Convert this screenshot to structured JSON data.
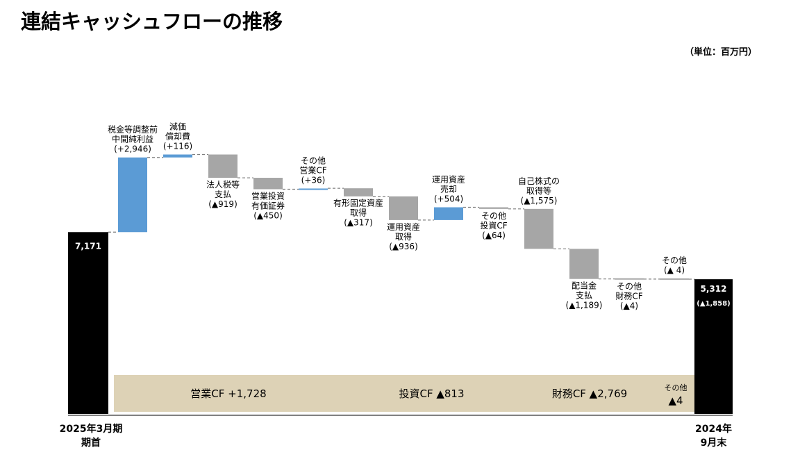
{
  "title": "連結キャッシュフローの推移",
  "unit": "（単位：百万円）",
  "colors": {
    "start_end": "#000000",
    "increase": "#5b9bd5",
    "decrease": "#a6a6a6",
    "section_bg": "#ddd2b6",
    "connector": "#7f7f7f"
  },
  "chart_data": {
    "type": "waterfall",
    "title": "連結キャッシュフローの推移",
    "start": {
      "value": 7171,
      "value_label": "7,171",
      "axis_label": [
        "2025年3月期",
        "期首"
      ]
    },
    "steps": [
      {
        "label": [
          "税金等調整前",
          "中間純利益"
        ],
        "delta": 2946,
        "value_label": "(+2,946)",
        "label_pos": "above"
      },
      {
        "label": [
          "減価",
          "償却費"
        ],
        "delta": 116,
        "value_label": "(+116)",
        "label_pos": "above"
      },
      {
        "label": [
          "法人税等",
          "支払"
        ],
        "delta": -919,
        "value_label": "(▲919)",
        "label_pos": "below"
      },
      {
        "label": [
          "営業投資",
          "有価証券"
        ],
        "delta": -450,
        "value_label": "(▲450)",
        "label_pos": "below"
      },
      {
        "label": [
          "その他",
          "営業CF"
        ],
        "delta": 36,
        "value_label": "(+36)",
        "label_pos": "above"
      },
      {
        "label": [
          "有形固定資産",
          "取得"
        ],
        "delta": -317,
        "value_label": "(▲317)",
        "label_pos": "below"
      },
      {
        "label": [
          "運用資産",
          "取得"
        ],
        "delta": -936,
        "value_label": "(▲936)",
        "label_pos": "below"
      },
      {
        "label": [
          "運用資産",
          "売却"
        ],
        "delta": 504,
        "value_label": "(+504)",
        "label_pos": "above"
      },
      {
        "label": [
          "その他",
          "投資CF"
        ],
        "delta": -64,
        "value_label": "(▲64)",
        "label_pos": "below"
      },
      {
        "label": [
          "自己株式の",
          "取得等"
        ],
        "delta": -1575,
        "value_label": "(▲1,575)",
        "label_pos": "above"
      },
      {
        "label": [
          "配当金",
          "支払"
        ],
        "delta": -1189,
        "value_label": "(▲1,189)",
        "label_pos": "below"
      },
      {
        "label": [
          "その他",
          "財務CF"
        ],
        "delta": -4,
        "value_label": "(▲4)",
        "label_pos": "below"
      },
      {
        "label": [
          "その他"
        ],
        "delta": -4,
        "value_label": "(▲ 4)",
        "label_pos": "above"
      }
    ],
    "end": {
      "value": 5312,
      "value_label": "5,312",
      "sub_label": "(▲1,858)",
      "axis_label": [
        "2024年",
        "9月末"
      ]
    },
    "sections": [
      {
        "label": "営業CF +1,728",
        "from_step": 0,
        "to_step": 4
      },
      {
        "label": "投資CF ▲813",
        "from_step": 5,
        "to_step": 8
      },
      {
        "label": "財務CF ▲2,769",
        "from_step": 9,
        "to_step": 11
      },
      {
        "label": [
          "その他",
          "▲4"
        ],
        "from_step": 12,
        "to_step": 12
      }
    ]
  }
}
